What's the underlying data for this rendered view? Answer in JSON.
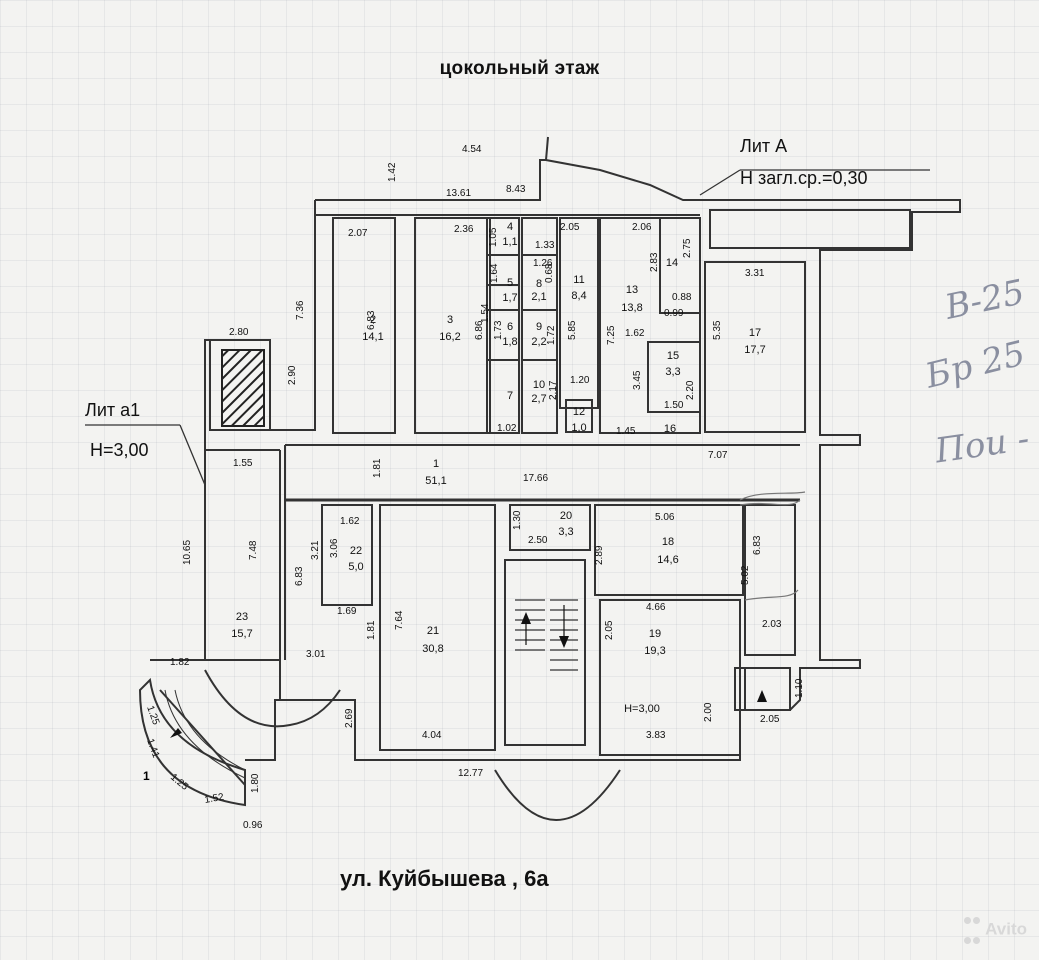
{
  "title": "цокольный этаж",
  "street": "ул. Куйбышева , 6а",
  "lit_a": {
    "name": "Лит А",
    "height": "Н загл.ср.=0,30"
  },
  "lit_a1": {
    "name": "Лит а1",
    "height": "Н=3,00"
  },
  "h_label": "Н=3,00",
  "stair_label": "1",
  "handwriting": [
    "В-25",
    "Бр 25",
    "Пои -"
  ],
  "watermark": "Avito",
  "rooms": [
    {
      "num": "1",
      "area": "51,1"
    },
    {
      "num": "2",
      "area": "14,1"
    },
    {
      "num": "3",
      "area": "16,2"
    },
    {
      "num": "4",
      "area": "1,1"
    },
    {
      "num": "5",
      "area": "1,7"
    },
    {
      "num": "6",
      "area": "1,8"
    },
    {
      "num": "7",
      "area": ""
    },
    {
      "num": "8",
      "area": "2,1"
    },
    {
      "num": "9",
      "area": "2,2"
    },
    {
      "num": "10",
      "area": "2,7"
    },
    {
      "num": "11",
      "area": "8,4"
    },
    {
      "num": "12",
      "area": "1,0"
    },
    {
      "num": "13",
      "area": "13,8"
    },
    {
      "num": "14",
      "area": ""
    },
    {
      "num": "15",
      "area": "3,3"
    },
    {
      "num": "16",
      "area": ""
    },
    {
      "num": "17",
      "area": "17,7"
    },
    {
      "num": "18",
      "area": "14,6"
    },
    {
      "num": "19",
      "area": "19,3"
    },
    {
      "num": "20",
      "area": "3,3"
    },
    {
      "num": "21",
      "area": "30,8"
    },
    {
      "num": "22",
      "area": "5,0"
    },
    {
      "num": "23",
      "area": "15,7"
    }
  ],
  "dimensions": [
    "4.54",
    "1.42",
    "13.61",
    "8.43",
    "2.07",
    "7.36",
    "6.83",
    "2.36",
    "1.05",
    "1.33",
    "1.26",
    "1.64",
    "0.68",
    "1.54",
    "2.05",
    "2.06",
    "2.83",
    "2.75",
    "0.88",
    "0.99",
    "3.31",
    "6.86",
    "1.73",
    "1.72",
    "5.85",
    "7.25",
    "5.35",
    "1.62",
    "2.20",
    "3.45",
    "1.50",
    "1.20",
    "2.17",
    "1.02",
    "1.45",
    "7.07",
    "2.80",
    "2.90",
    "1.55",
    "1.81",
    "17.66",
    "1.30",
    "2.50",
    "5.06",
    "2.89",
    "6.83",
    "5.02",
    "1.62",
    "3.21",
    "3.06",
    "10.65",
    "7.48",
    "6.83",
    "1.69",
    "1.81",
    "7.64",
    "3.01",
    "4.66",
    "2.05",
    "2.03",
    "1.82",
    "1.25",
    "1.41",
    "1.25",
    "1.52",
    "1.80",
    "0.96",
    "2.69",
    "4.04",
    "12.77",
    "3.83",
    "2.00",
    "2.05",
    "1.10"
  ]
}
